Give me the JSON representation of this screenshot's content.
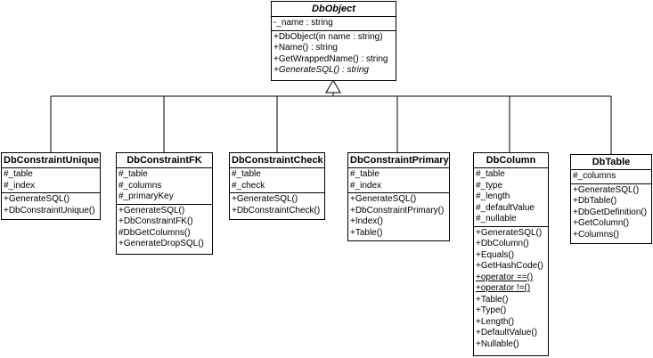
{
  "diagram": {
    "parent": {
      "name": "DbObject",
      "attributes": [
        "-_name : string"
      ],
      "operations": [
        {
          "text": "+DbObject(in name : string)",
          "style": ""
        },
        {
          "text": "+Name() : string",
          "style": ""
        },
        {
          "text": "+GetWrappedName() : string",
          "style": ""
        },
        {
          "text": "+GenerateSQL() : string",
          "style": "italic"
        }
      ]
    },
    "children": [
      {
        "name": "DbConstraintUnique",
        "attributes": [
          "#_table",
          "#_index"
        ],
        "operations": [
          {
            "text": "+GenerateSQL()",
            "style": ""
          },
          {
            "text": "+DbConstraintUnique()",
            "style": ""
          }
        ]
      },
      {
        "name": "DbConstraintFK",
        "attributes": [
          "#_table",
          "#_columns",
          "#_primaryKey"
        ],
        "operations": [
          {
            "text": "+GenerateSQL()",
            "style": ""
          },
          {
            "text": "+DbConstraintFK()",
            "style": ""
          },
          {
            "text": "#DbGetColumns()",
            "style": ""
          },
          {
            "text": "+GenerateDropSQL()",
            "style": ""
          }
        ]
      },
      {
        "name": "DbConstraintCheck",
        "attributes": [
          "#_table",
          "#_check"
        ],
        "operations": [
          {
            "text": "+GenerateSQL()",
            "style": ""
          },
          {
            "text": "+DbConstraintCheck()",
            "style": ""
          }
        ]
      },
      {
        "name": "DbConstraintPrimary",
        "attributes": [
          "#_table",
          "#_index"
        ],
        "operations": [
          {
            "text": "+GenerateSQL()",
            "style": ""
          },
          {
            "text": "+DbConstraintPrimary()",
            "style": ""
          },
          {
            "text": "+Index()",
            "style": ""
          },
          {
            "text": "+Table()",
            "style": ""
          }
        ]
      },
      {
        "name": "DbColumn",
        "attributes": [
          "#_table",
          "#_type",
          "#_length",
          "#_defaultValue",
          "#_nullable"
        ],
        "operations": [
          {
            "text": "+GenerateSQL()",
            "style": ""
          },
          {
            "text": "+DbColumn()",
            "style": ""
          },
          {
            "text": "+Equals()",
            "style": ""
          },
          {
            "text": "+GetHashCode()",
            "style": ""
          },
          {
            "text": "+operator ==()",
            "style": "static"
          },
          {
            "text": "+operator !=()",
            "style": "static"
          },
          {
            "text": "+Table()",
            "style": ""
          },
          {
            "text": "+Type()",
            "style": ""
          },
          {
            "text": "+Length()",
            "style": ""
          },
          {
            "text": "+DefaultValue()",
            "style": ""
          },
          {
            "text": "+Nullable()",
            "style": ""
          }
        ]
      },
      {
        "name": "DbTable",
        "attributes": [
          "#_columns"
        ],
        "operations": [
          {
            "text": "+GenerateSQL()",
            "style": ""
          },
          {
            "text": "+DbTable()",
            "style": ""
          },
          {
            "text": "+DbGetDefinition()",
            "style": ""
          },
          {
            "text": "+GetColumn()",
            "style": ""
          },
          {
            "text": "+Columns()",
            "style": ""
          }
        ]
      }
    ]
  }
}
